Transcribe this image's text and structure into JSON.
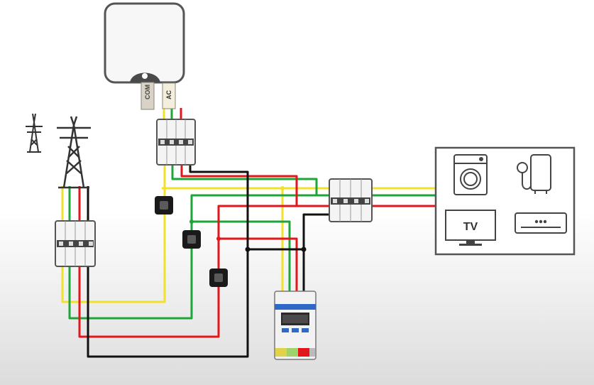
{
  "inverter": {
    "com_label": "COM",
    "ac_label": "AC"
  },
  "loads": {
    "tv_label": "TV",
    "appliances": [
      "washing-machine-icon",
      "water-heater-icon",
      "tv-icon",
      "air-conditioner-icon"
    ]
  },
  "colors": {
    "line_1": "#f2e12a",
    "line_2": "#1ea53a",
    "line_3": "#e3161c",
    "neutral": "#111111",
    "device_border": "#555555"
  }
}
